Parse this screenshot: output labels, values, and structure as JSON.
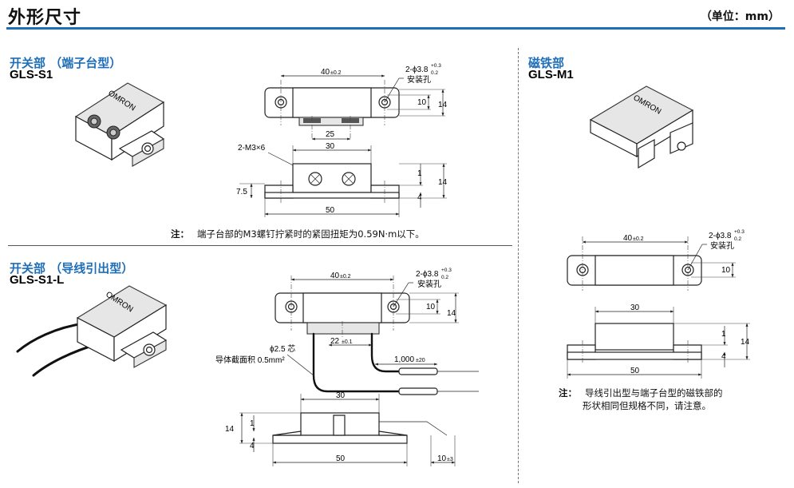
{
  "header": {
    "title": "外形尺寸",
    "unit": "（单位：mm）"
  },
  "sections": {
    "s1": {
      "heading": "开关部 （端子台型）",
      "model": "GLS-S1",
      "dims": {
        "w40": "40",
        "tol40": "±0.2",
        "hole": "2-ϕ3.8",
        "hole_sup": "+0.3",
        "hole_sub": "  0.2",
        "hole_label": "安装孔",
        "h10": "10",
        "h14": "14",
        "w25": "25",
        "w30": "30",
        "screw": "2-M3×6",
        "h1": "1",
        "h14b": "14",
        "h7_5": "7.5",
        "h4": "4",
        "w50": "50"
      },
      "note_label": "注：",
      "note": "端子台部的M3螺钉拧紧时的紧固扭矩为0.59N·m以下。",
      "logo": "OMRON"
    },
    "s1l": {
      "heading": "开关部 （导线引出型）",
      "model": "GLS-S1-L",
      "dims": {
        "w40": "40",
        "tol40": "±0.2",
        "hole": "2-ϕ3.8",
        "hole_sup": "+0.3",
        "hole_sub": "  0.2",
        "hole_label": "安装孔",
        "h10": "10",
        "h14": "14",
        "core": "ϕ2.5 芯",
        "area": "导体截面积 0.5mm²",
        "w22": "22",
        "tol22": "±0.1",
        "len1000": "1,000",
        "tol1000": "±20",
        "w30": "30",
        "h14b": "14",
        "h1": "1",
        "h4": "4",
        "w50": "50",
        "w10": "10",
        "tol10": "±3"
      },
      "logo": "OMRON"
    },
    "m1": {
      "heading": "磁铁部",
      "model": "GLS-M1",
      "dims": {
        "w40": "40",
        "tol40": "±0.2",
        "hole": "2-ϕ3.8",
        "hole_sup": "+0.3",
        "hole_sub": "  0.2",
        "hole_label": "安装孔",
        "h10": "10",
        "w30": "30",
        "h1": "1",
        "h14": "14",
        "h4": "4",
        "w50": "50"
      },
      "note_label": "注：",
      "note_line1": "导线引出型与端子台型的磁铁部的",
      "note_line2": "形状相同但规格不同，请注意。",
      "logo": "OMRON"
    }
  }
}
